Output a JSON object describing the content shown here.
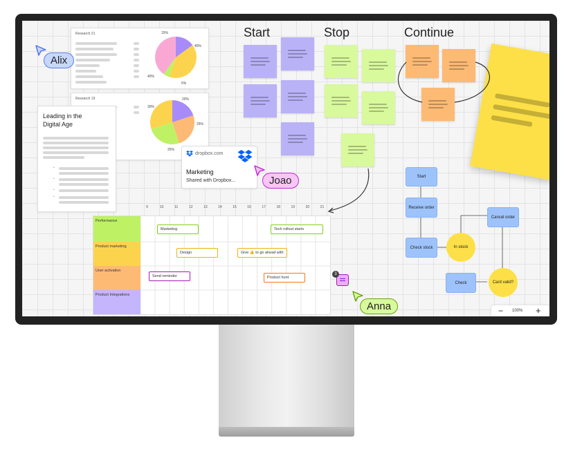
{
  "research_cards": [
    {
      "title": "Research 21",
      "pie_slices": [
        {
          "label": "15%",
          "value": 15,
          "color": "#a78bfa"
        },
        {
          "label": "40%",
          "value": 40,
          "color": "#fcd34d"
        },
        {
          "label": "5%",
          "value": 5,
          "color": "#bef264"
        },
        {
          "label": "40%",
          "value": 40,
          "color": "#f9a8d4"
        }
      ]
    },
    {
      "title": "Research 19",
      "pie_slices": [
        {
          "label": "20%",
          "value": 20,
          "color": "#a78bfa"
        },
        {
          "label": "25%",
          "value": 25,
          "color": "#fdba74"
        },
        {
          "label": "25%",
          "value": 25,
          "color": "#bef264"
        },
        {
          "label": "30%",
          "value": 30,
          "color": "#fcd34d"
        }
      ]
    }
  ],
  "doc_card": {
    "title_line1": "Leading in the",
    "title_line2": "Digital Age"
  },
  "dropbox_card": {
    "domain": "dropbox.com",
    "title": "Marketing",
    "subtitle": "Shared with Dropbox..."
  },
  "retro": {
    "start": "Start",
    "stop": "Stop",
    "continue": "Continue"
  },
  "collaborators": {
    "alix": "Alix",
    "joao": "Joao",
    "anna": "Anna"
  },
  "gantt": {
    "days": [
      "9",
      "10",
      "11",
      "12",
      "13",
      "14",
      "15",
      "16",
      "17",
      "18",
      "19",
      "20",
      "21"
    ],
    "rows": [
      {
        "label": "Performance",
        "color": "#bef264"
      },
      {
        "label": "Product marketing",
        "color": "#fcd34d"
      },
      {
        "label": "User activation",
        "color": "#fdba74"
      },
      {
        "label": "Product Integrations",
        "color": "#c4b5fd"
      }
    ],
    "tasks": {
      "marketing": "Marketing",
      "tech_rollout": "Tech rollout starts",
      "design": "Design",
      "give_go": "Give 👍 to go ahead with",
      "send_reminder": "Send reminder",
      "product_hunt": "Product hunt"
    }
  },
  "flowchart": {
    "start": "Start",
    "receive_order": "Receive order",
    "check_stock": "Check stock",
    "in_stock": "In stock",
    "cancel_order": "Cancel order",
    "card_valid": "Card valid?",
    "check": "Check"
  },
  "comment_count": "3",
  "zoom": {
    "minus": "−",
    "value": "100%",
    "plus": "+"
  },
  "colors": {
    "purple_note": "#b9b2f7",
    "green_note": "#d9f99d",
    "orange_note": "#fdba74",
    "yellow_note": "#fde047"
  }
}
